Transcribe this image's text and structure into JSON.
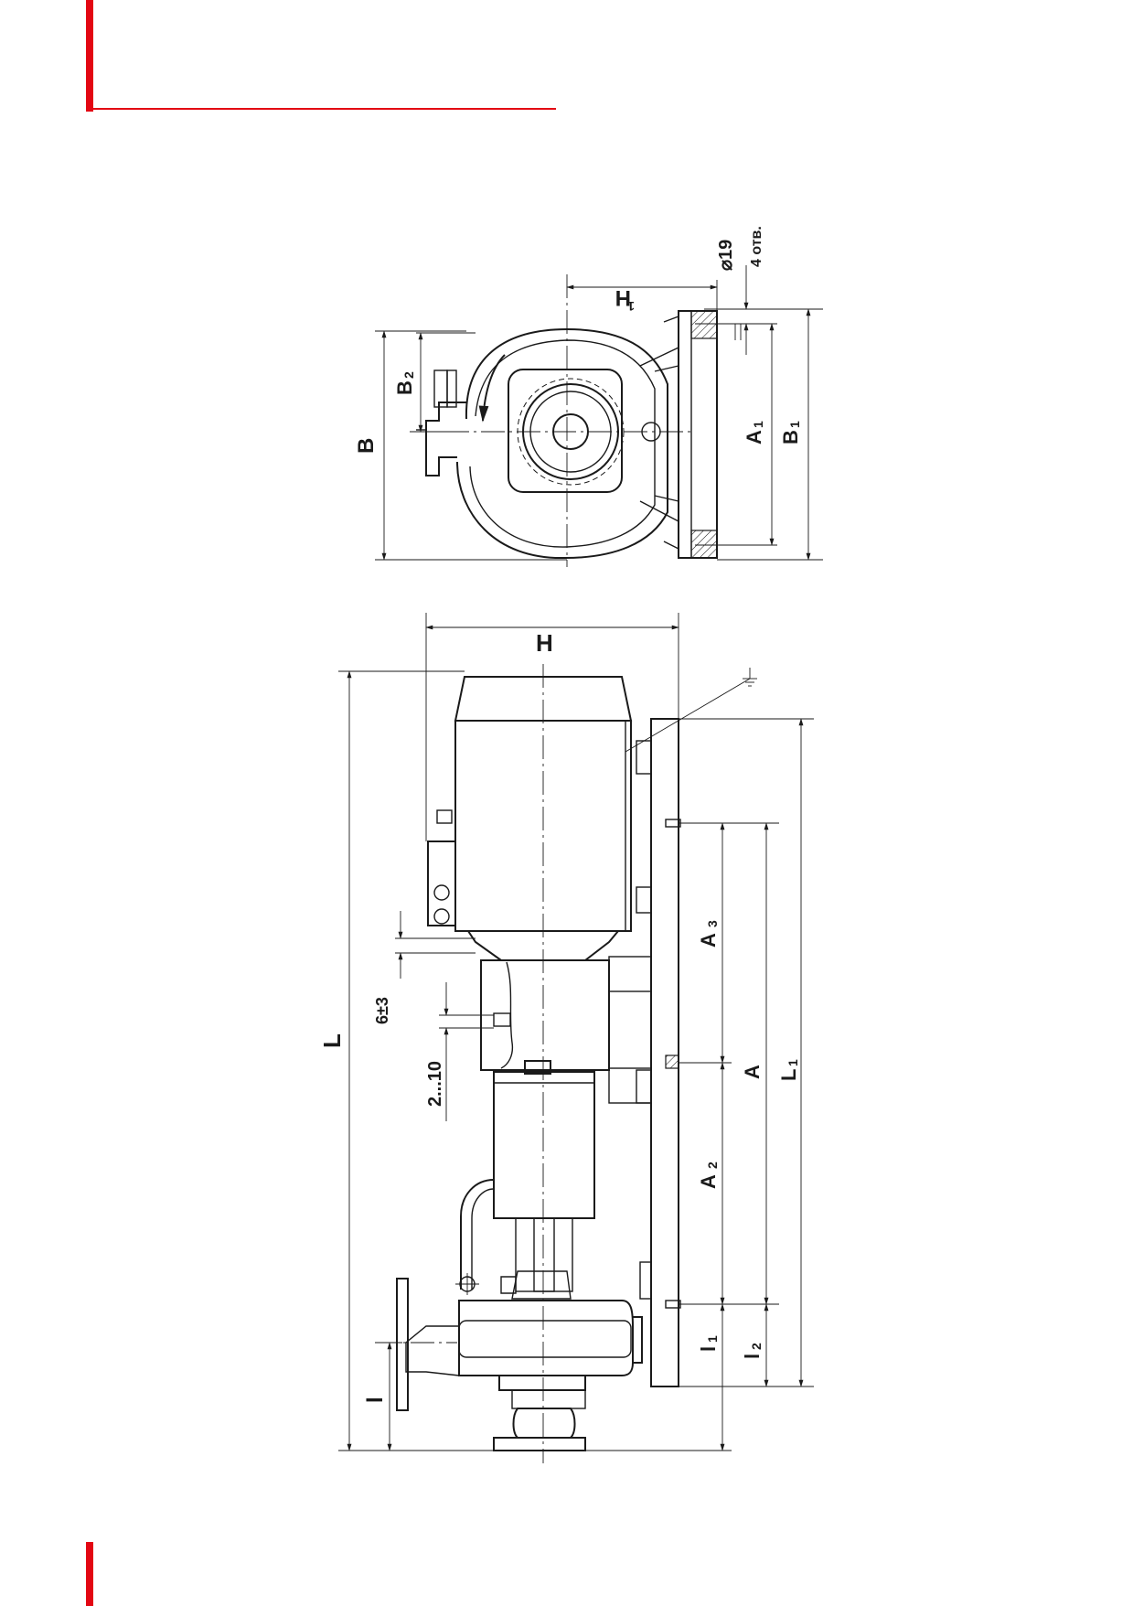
{
  "colors": {
    "accent": "#e30613",
    "line": "#1a1a1a",
    "background": "#ffffff"
  },
  "top_view": {
    "labels": {
      "hole_diameter": "⌀19",
      "hole_count": "4 отв.",
      "h1": "H",
      "h1_sub": "1",
      "b": "B",
      "b2": "B",
      "b2_sub": "2",
      "a1": "A",
      "a1_sub": "1",
      "b1": "B",
      "b1_sub": "1"
    }
  },
  "side_view": {
    "labels": {
      "h": "H",
      "l": "L",
      "gap_6": "6±3",
      "gap_2_10": "2...10",
      "a3": "A",
      "a3_sub": "3",
      "a": "A",
      "a2": "A",
      "a2_sub": "2",
      "l1": "L",
      "l1_sub": "1",
      "l_small": "l",
      "l1_small": "l",
      "l1_small_sub": "1",
      "l2_small": "l",
      "l2_small_sub": "2"
    }
  }
}
